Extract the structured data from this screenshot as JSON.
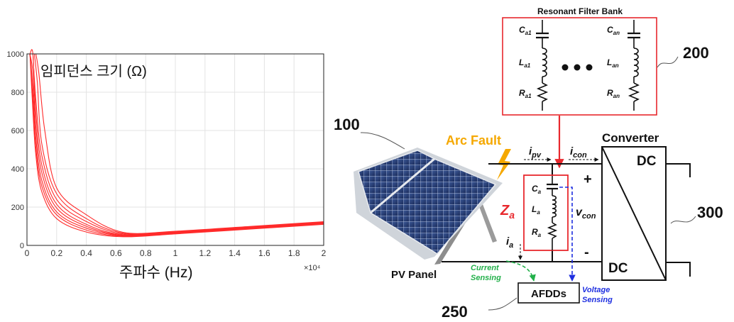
{
  "plot": {
    "ylabel_text": "임피던스 크기 (Ω)",
    "xlabel_text": "주파수 (Hz)",
    "x_scale_note": "×10⁴",
    "x_ticks": [
      "0",
      "0.2",
      "0.4",
      "0.6",
      "0.8",
      "1",
      "1.2",
      "1.4",
      "1.6",
      "1.8",
      "2"
    ],
    "y_ticks": [
      "0",
      "200",
      "400",
      "600",
      "800",
      "1000"
    ],
    "curve_color": "#ff2b2b"
  },
  "chart_data": {
    "type": "line",
    "ylim": [
      0,
      1000
    ],
    "xlim": [
      0,
      2
    ],
    "x_unit_multiplier": 10000,
    "grid": true,
    "series": [
      {
        "x": [
          0.02,
          0.04,
          0.06,
          0.1,
          0.2,
          0.4,
          0.65,
          1,
          1.5,
          2
        ],
        "y": [
          1000,
          700,
          470,
          280,
          140,
          70,
          45,
          60,
          85,
          110
        ]
      },
      {
        "x": [
          0.02,
          0.04,
          0.06,
          0.1,
          0.2,
          0.4,
          0.65,
          1,
          1.5,
          2
        ],
        "y": [
          1000,
          760,
          510,
          310,
          160,
          80,
          48,
          62,
          87,
          112
        ]
      },
      {
        "x": [
          0.02,
          0.04,
          0.06,
          0.1,
          0.2,
          0.4,
          0.65,
          1,
          1.5,
          2
        ],
        "y": [
          1000,
          820,
          560,
          340,
          175,
          90,
          50,
          64,
          89,
          114
        ]
      },
      {
        "x": [
          0.02,
          0.04,
          0.06,
          0.1,
          0.2,
          0.4,
          0.65,
          1,
          1.5,
          2
        ],
        "y": [
          1000,
          900,
          620,
          380,
          195,
          100,
          53,
          66,
          91,
          116
        ]
      },
      {
        "x": [
          0.02,
          0.04,
          0.06,
          0.1,
          0.2,
          0.4,
          0.65,
          1,
          1.5,
          2
        ],
        "y": [
          1000,
          1000,
          690,
          420,
          215,
          110,
          56,
          68,
          93,
          118
        ]
      },
      {
        "x": [
          0.04,
          0.06,
          0.1,
          0.2,
          0.4,
          0.65,
          1,
          1.5,
          2
        ],
        "y": [
          1000,
          760,
          470,
          240,
          125,
          60,
          70,
          95,
          120
        ]
      },
      {
        "x": [
          0.05,
          0.07,
          0.1,
          0.2,
          0.4,
          0.65,
          1,
          1.5,
          2
        ],
        "y": [
          1000,
          850,
          530,
          270,
          140,
          64,
          72,
          97,
          122
        ]
      },
      {
        "x": [
          0.06,
          0.08,
          0.12,
          0.2,
          0.4,
          0.65,
          1,
          1.5,
          2
        ],
        "y": [
          1000,
          900,
          600,
          300,
          160,
          68,
          74,
          99,
          124
        ]
      }
    ]
  },
  "diagram": {
    "filter_bank_title": "Resonant Filter Bank",
    "label_200": "200",
    "label_100": "100",
    "label_300": "300",
    "label_250": "250",
    "ca1_main": "C",
    "ca1_sub": "a1",
    "la1_main": "L",
    "la1_sub": "a1",
    "ra1_main": "R",
    "ra1_sub": "a1",
    "can_main": "C",
    "can_sub": "an",
    "lan_main": "L",
    "lan_sub": "an",
    "ran_main": "R",
    "ran_sub": "an",
    "arc_fault": "Arc Fault",
    "converter": "Converter",
    "dc_top": "DC",
    "dc_bottom": "DC",
    "ipv_main": "i",
    "ipv_sub": "pv",
    "icon_main": "i",
    "icon_sub": "con",
    "ia_main": "i",
    "ia_sub": "a",
    "za_main": "Z",
    "za_sub": "a",
    "ca_main": "C",
    "ca_sub": "a",
    "la_main": "L",
    "la_sub": "a",
    "ra_main": "R",
    "ra_sub": "a",
    "vcon_main": "v",
    "vcon_sub": "con",
    "plus": "+",
    "minus": "-",
    "pv_panel": "PV Panel",
    "current_sensing_1": "Current",
    "current_sensing_2": "Sensing",
    "voltage_sensing_1": "Voltage",
    "voltage_sensing_2": "Sensing",
    "afdds": "AFDDs",
    "colors": {
      "filter_box": "#e8282d",
      "arc_fault": "#f5a800",
      "za": "#e8282d",
      "current_sensing": "#22b04a",
      "voltage_sensing": "#1e2fe0",
      "wire": "#111111"
    }
  }
}
